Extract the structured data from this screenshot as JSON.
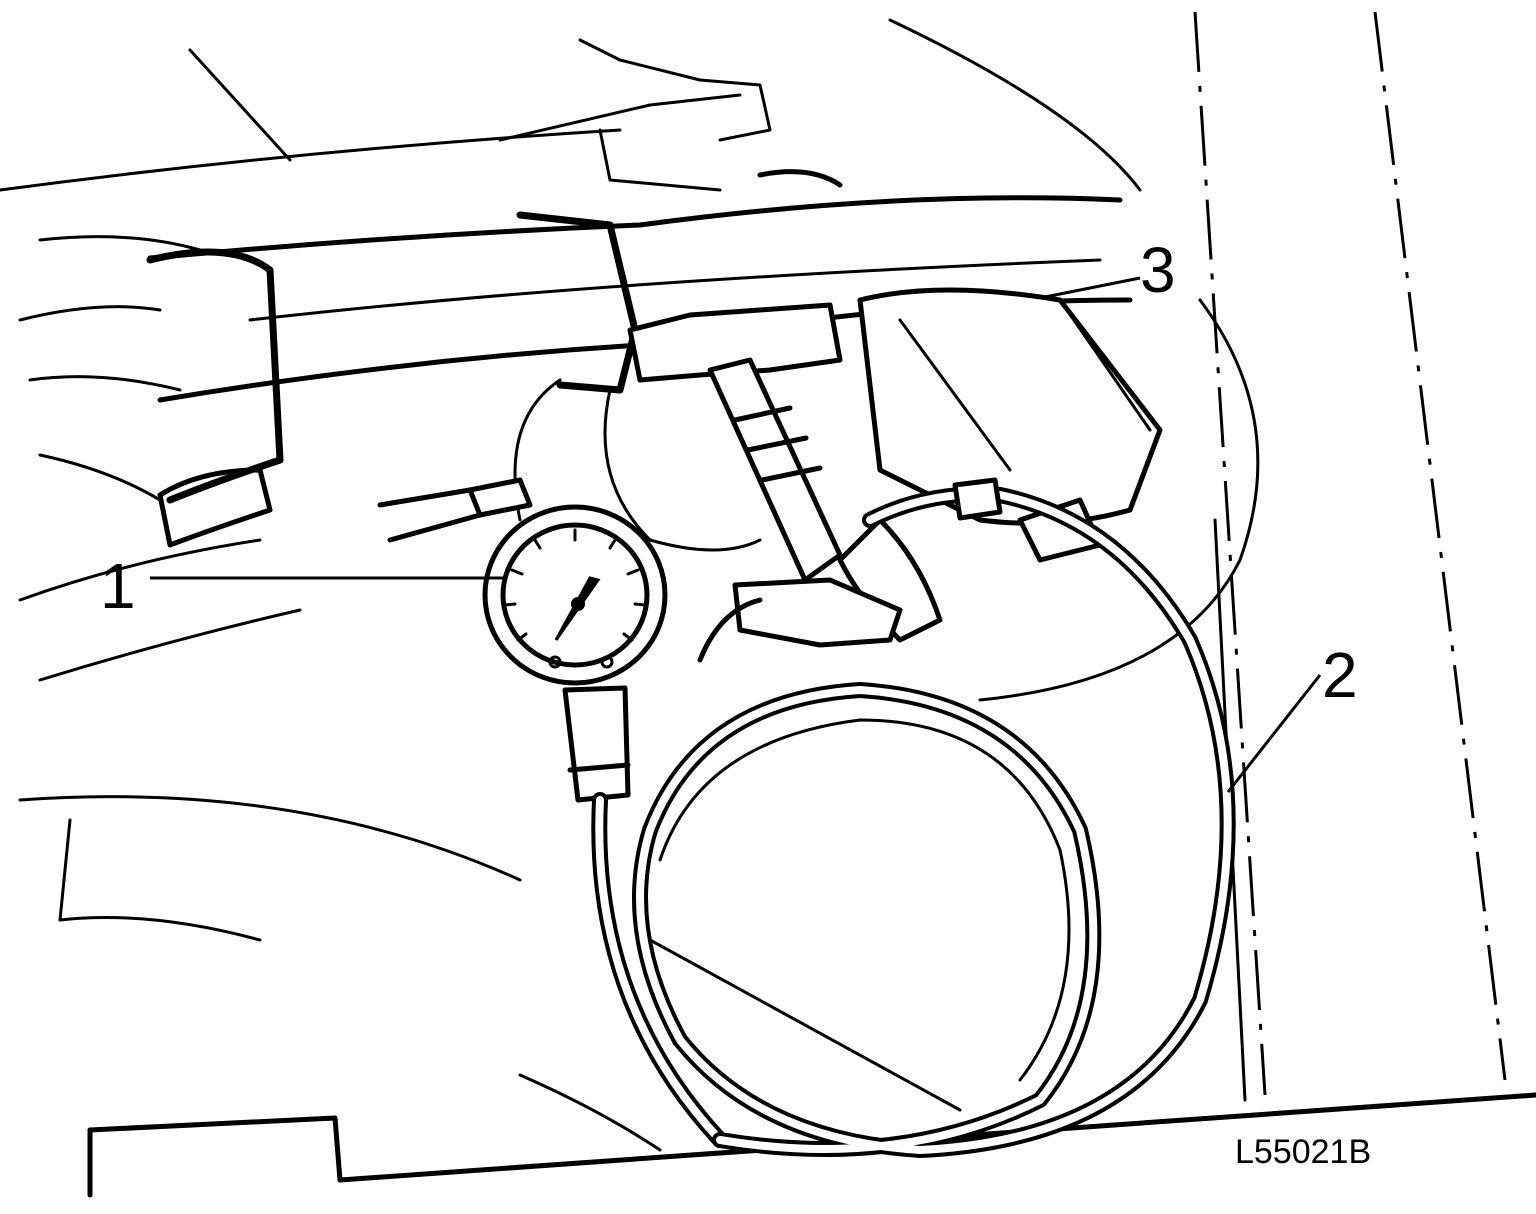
{
  "callouts": [
    {
      "id": "1",
      "label": "1"
    },
    {
      "id": "2",
      "label": "2"
    },
    {
      "id": "3",
      "label": "3"
    }
  ],
  "figure_code": "L55021B",
  "colors": {
    "ink": "#000000",
    "paper": "#ffffff"
  }
}
